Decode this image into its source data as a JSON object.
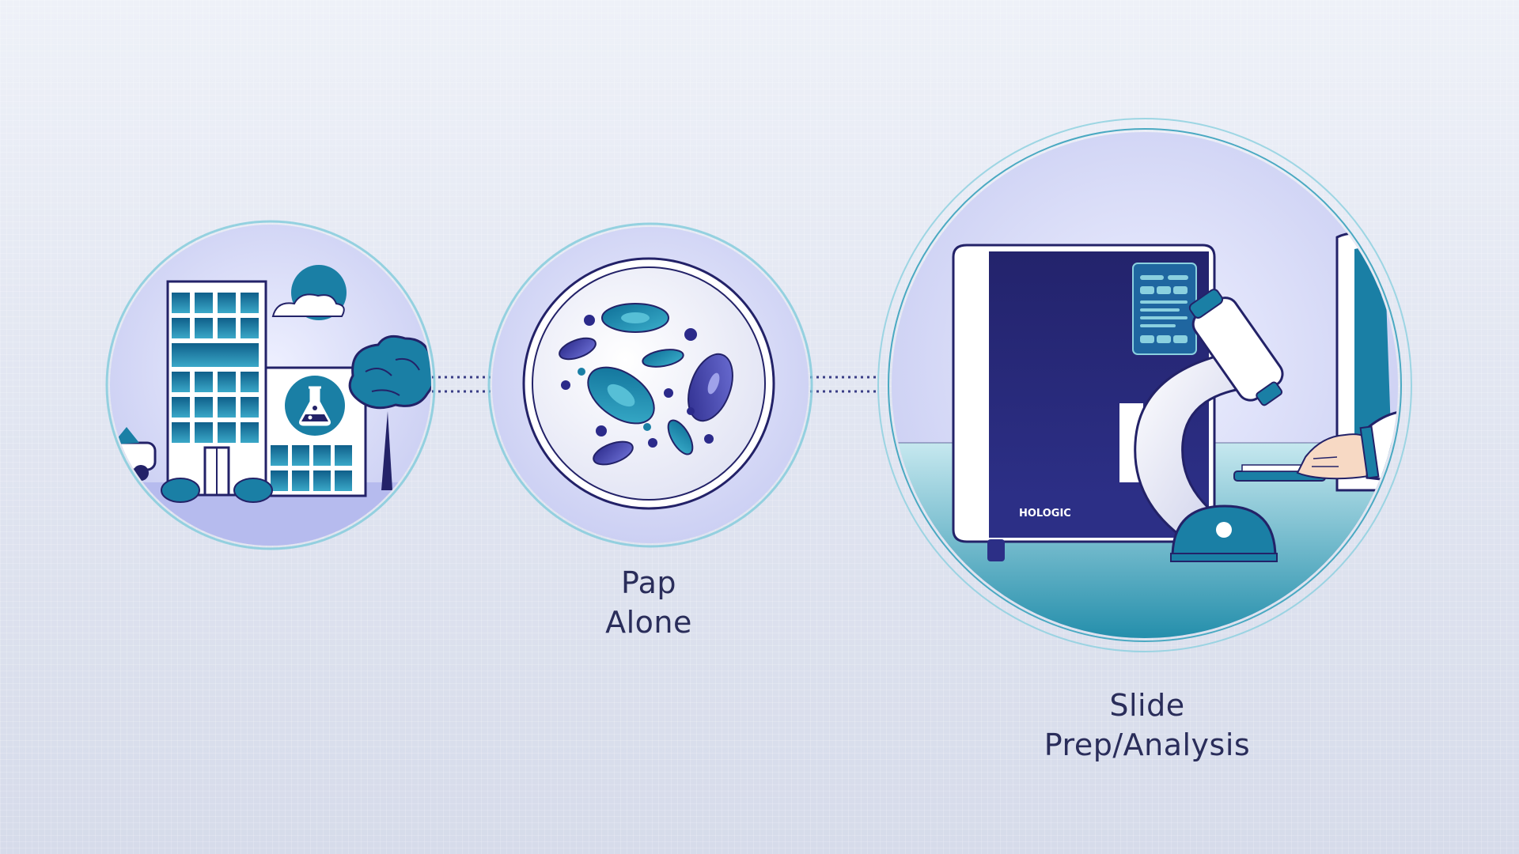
{
  "steps": [
    {
      "id": "lab",
      "icon": "laboratory-building-icon",
      "label_lines": []
    },
    {
      "id": "pap",
      "icon": "cells-petri-dish-icon",
      "label_lines": [
        "Pap",
        "Alone"
      ]
    },
    {
      "id": "slide",
      "icon": "processor-microscope-icon",
      "label_lines": [
        "Slide",
        "Prep/Analysis"
      ]
    }
  ],
  "instrument": {
    "brand": "HOLOGIC"
  },
  "colors": {
    "navy": "#232268",
    "teal": "#1487a8",
    "light_teal": "#8fd3e0",
    "lavender": "#cfd3f3",
    "ring": "#6fc6d8",
    "text": "#2a2d5a"
  }
}
